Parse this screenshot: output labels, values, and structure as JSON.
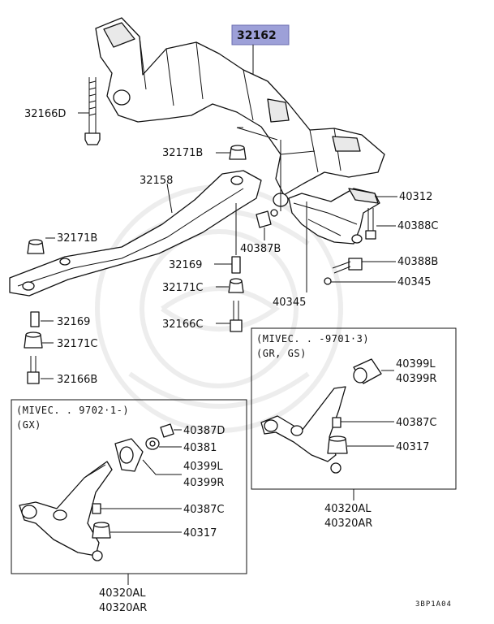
{
  "highlight_color": "#9da0d8",
  "labels": {
    "p32162": "32162",
    "p32166d": "32166D",
    "p32171b_top": "32171B",
    "p32158": "32158",
    "p32171b_left": "32171B",
    "p40312": "40312",
    "p40388c": "40388C",
    "p40387b": "40387B",
    "p40388b": "40388B",
    "p40345_right": "40345",
    "p40345_center": "40345",
    "p32169_center": "32169",
    "p32171c_center": "32171C",
    "p32166c": "32166C",
    "p32169_left": "32169",
    "p32171c_left": "32171C",
    "p32166b": "32166B"
  },
  "box_right": {
    "note_line1": "(MIVEC. . -9701·3)",
    "note_line2": "(GR, GS)",
    "p40399l": "40399L",
    "p40399r": "40399R",
    "p40387c": "40387C",
    "p40317": "40317",
    "assy_l": "40320AL",
    "assy_r": "40320AR"
  },
  "box_left": {
    "note_line1": "(MIVEC. . 9702·1-)",
    "note_line2": "(GX)",
    "p40387d": "40387D",
    "p40381": "40381",
    "p40399l": "40399L",
    "p40399r": "40399R",
    "p40387c": "40387C",
    "p40317": "40317",
    "assy_l": "40320AL",
    "assy_r": "40320AR"
  },
  "diagram_code": "3BP1A04"
}
